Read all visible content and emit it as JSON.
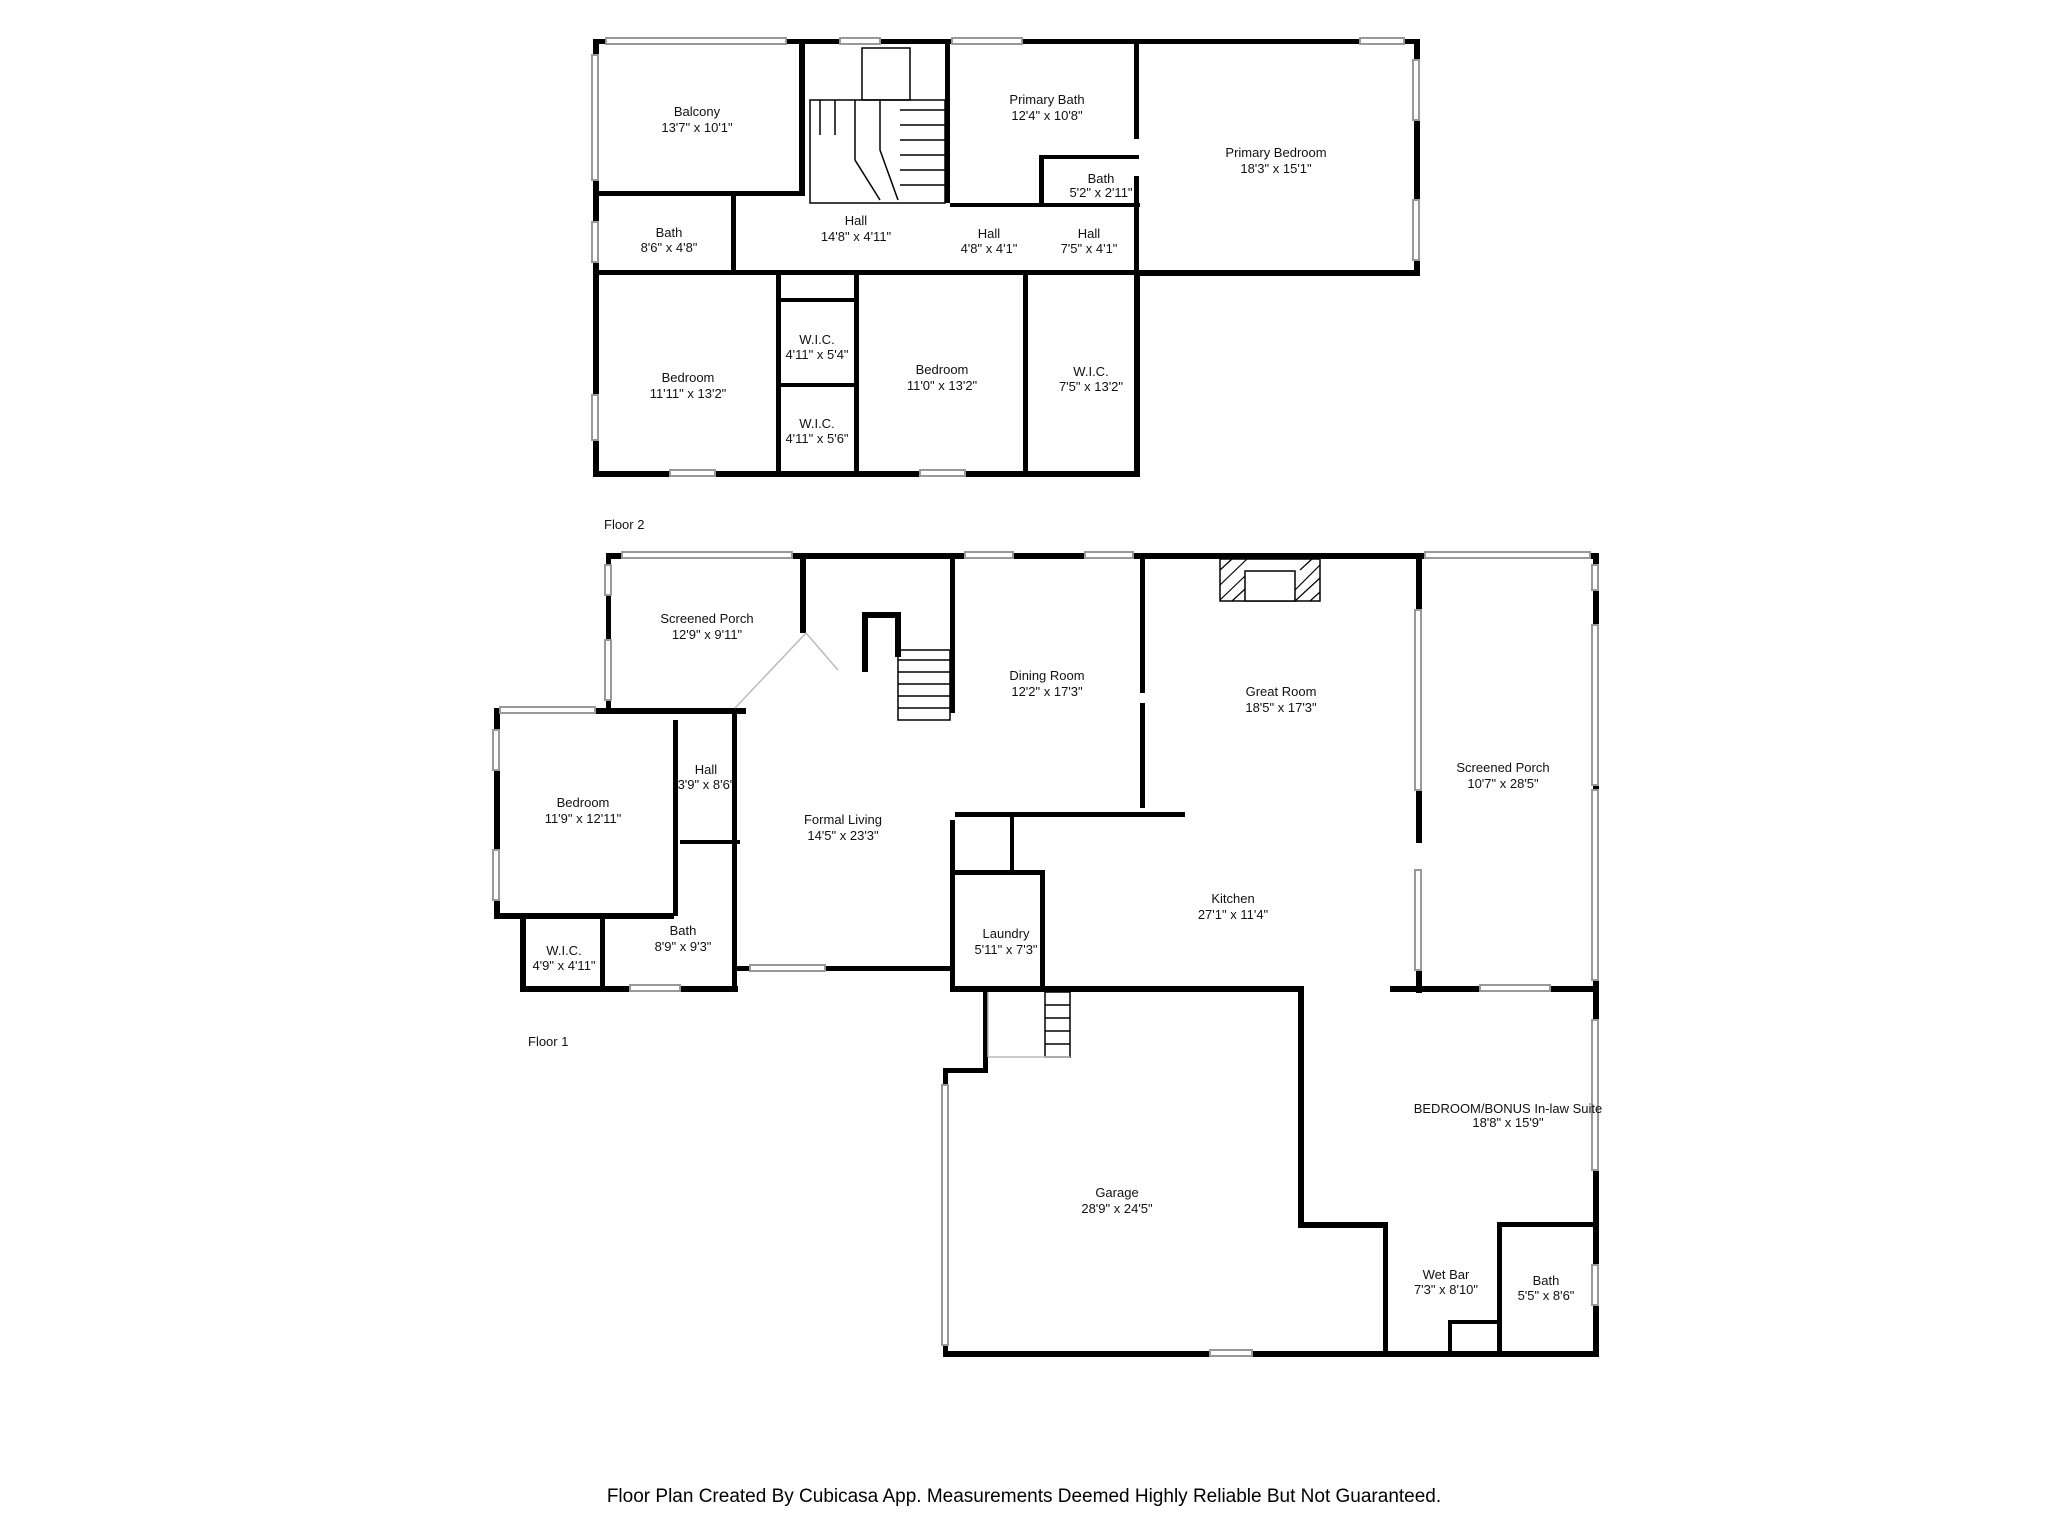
{
  "floors": [
    {
      "label": "Floor 2",
      "rooms": [
        {
          "name": "Balcony",
          "dims": "13'7\" x 10'1\""
        },
        {
          "name": "Primary Bath",
          "dims": "12'4\" x 10'8\""
        },
        {
          "name": "Primary Bedroom",
          "dims": "18'3\" x 15'1\""
        },
        {
          "name": "Bath",
          "dims": "5'2\" x 2'11\""
        },
        {
          "name": "Hall",
          "dims": "14'8\" x 4'11\""
        },
        {
          "name": "Bath",
          "dims": "8'6\" x 4'8\""
        },
        {
          "name": "Hall",
          "dims": "4'8\" x 4'1\""
        },
        {
          "name": "Hall",
          "dims": "7'5\" x 4'1\""
        },
        {
          "name": "W.I.C.",
          "dims": "4'11\" x 5'4\""
        },
        {
          "name": "Bedroom",
          "dims": "11'11\" x 13'2\""
        },
        {
          "name": "Bedroom",
          "dims": "11'0\" x 13'2\""
        },
        {
          "name": "W.I.C.",
          "dims": "7'5\" x 13'2\""
        },
        {
          "name": "W.I.C.",
          "dims": "4'11\" x 5'6\""
        }
      ]
    },
    {
      "label": "Floor 1",
      "rooms": [
        {
          "name": "Screened Porch",
          "dims": "12'9\" x 9'11\""
        },
        {
          "name": "Dining Room",
          "dims": "12'2\" x 17'3\""
        },
        {
          "name": "Great Room",
          "dims": "18'5\" x 17'3\""
        },
        {
          "name": "Screened Porch",
          "dims": "10'7\" x 28'5\""
        },
        {
          "name": "Hall",
          "dims": "3'9\" x 8'6\""
        },
        {
          "name": "Bedroom",
          "dims": "11'9\" x 12'11\""
        },
        {
          "name": "Formal Living",
          "dims": "14'5\" x 23'3\""
        },
        {
          "name": "Kitchen",
          "dims": "27'1\" x 11'4\""
        },
        {
          "name": "Laundry",
          "dims": "5'11\" x 7'3\""
        },
        {
          "name": "Bath",
          "dims": "8'9\" x 9'3\""
        },
        {
          "name": "W.I.C.",
          "dims": "4'9\" x 4'11\""
        },
        {
          "name": "BEDROOM/BONUS In-law Suite",
          "dims": "18'8\" x 15'9\""
        },
        {
          "name": "Garage",
          "dims": "28'9\" x 24'5\""
        },
        {
          "name": "Wet Bar",
          "dims": "7'3\" x 8'10\""
        },
        {
          "name": "Bath",
          "dims": "5'5\" x 8'6\""
        }
      ]
    }
  ],
  "footer": "Floor Plan Created By Cubicasa App. Measurements Deemed Highly Reliable But Not Guaranteed."
}
